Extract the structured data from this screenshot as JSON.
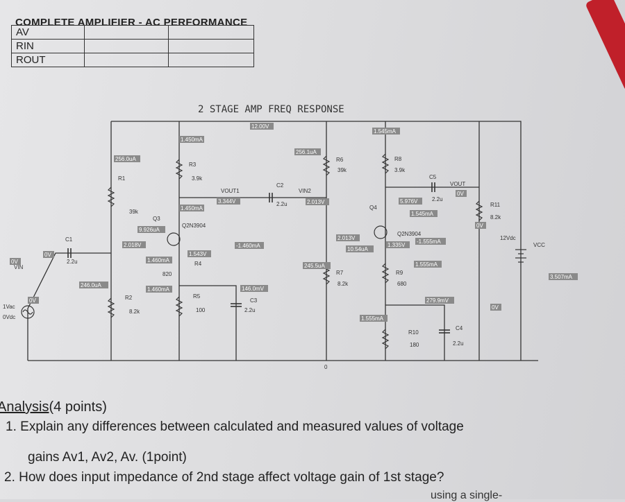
{
  "header": {
    "title": "COMPLETE AMPLIFIER - AC PERFORMANCE",
    "rows": [
      "AV",
      "RIN",
      "ROUT"
    ]
  },
  "schematic": {
    "title": "2 STAGE AMP FREQ RESPONSE",
    "components": {
      "r1": "R1",
      "r1_val": "39k",
      "r2": "R2",
      "r2_val": "8.2k",
      "r3": "R3",
      "r3_val": "3.9k",
      "r4": "R4",
      "r4_val": "820",
      "r5": "R5",
      "r5_val": "100",
      "r6": "R6",
      "r6_val": "39k",
      "r7": "R7",
      "r7_val": "8.2k",
      "r8": "R8",
      "r8_val": "3.9k",
      "r9": "R9",
      "r9_val": "680",
      "r10": "R10",
      "r10_val": "180",
      "r11": "R11",
      "r11_val": "8.2k",
      "c1": "C1",
      "c1_val": "2.2u",
      "c2": "C2",
      "c2_val": "2.2u",
      "c3": "C3",
      "c3_val": "2.2u",
      "c4": "C4",
      "c4_val": "2.2u",
      "c5": "C5",
      "c5_val": "2.2u",
      "q3": "Q3",
      "q3_model": "Q2N3904",
      "q4": "Q4",
      "q4_model": "Q2N3904",
      "vin": "VIN",
      "vac": "1Vac",
      "vdc": "0Vdc",
      "vout1": "VOUT1",
      "vin2": "VIN2",
      "vout": "VOUT",
      "vcc": "VCC",
      "vcc_val": "12Vdc",
      "ground": "0"
    },
    "probes": {
      "p1": "12.00V",
      "p2": "1.450mA",
      "p3": "256.0uA",
      "p4": "1.450mA",
      "p5": "9.926uA",
      "p6": "2.018V",
      "p7": "1.543V",
      "p8": "1.460mA",
      "p9": "1.460mA",
      "p10": "246.0uA",
      "p11": "-1.460mA",
      "p12": "3.344V",
      "p13": "146.0mV",
      "p14": "256.1uA",
      "p15": "2.013V",
      "p16": "245.5uA",
      "p17": "2.013V",
      "p18": "10.54uA",
      "p19": "1.545mA",
      "p20": "5.976V",
      "p21": "1.545mA",
      "p22": "1.335V",
      "p23": "-1.555mA",
      "p24": "1.555mA",
      "p25": "279.9mV",
      "p26": "1.555mA",
      "p27": "3.507mA",
      "p28": "0V",
      "p29": "0V",
      "p30": "0V",
      "p31": "0V",
      "p32": "0V",
      "p33": "0V"
    }
  },
  "analysis": {
    "heading": "Analysis",
    "points": "(4 points)",
    "q1_num": "1.",
    "q1_text": "Explain any differences between calculated and measured values of voltage",
    "q1_text2": "gains Av1, Av2, Av. (1point)",
    "q2_num": "2.",
    "q2_text": "How does input impedance of 2nd stage affect voltage gain of 1st stage?",
    "q3_text": "using a single-"
  }
}
